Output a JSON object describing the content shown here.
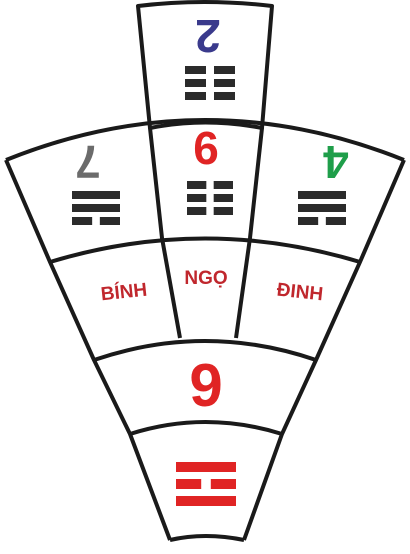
{
  "colors": {
    "outline": "#1a1a1a",
    "red": "#e02424",
    "dark_red": "#c0272d",
    "blue": "#3a3a8c",
    "gray": "#6b6b6b",
    "green": "#1f9e4a",
    "trigram": "#2b2b2b",
    "trigram_red": "#e02424"
  },
  "cells": {
    "top": {
      "number": "2",
      "number_color": "blue",
      "number_rotated": true,
      "trigram": "kun"
    },
    "upper_left": {
      "number": "7",
      "number_color": "gray",
      "number_rotated": true,
      "trigram": "dui"
    },
    "upper_mid": {
      "number": "6",
      "number_color": "red",
      "number_rotated": false,
      "trigram": "kun"
    },
    "upper_right": {
      "number": "4",
      "number_color": "green",
      "number_rotated": true,
      "trigram": "dui"
    },
    "label_left": {
      "text": "BÍNH"
    },
    "label_mid": {
      "text": "NGỌ"
    },
    "label_right": {
      "text": "ĐINH"
    },
    "middle_band": {
      "number": "9",
      "number_color": "red"
    },
    "bottom": {
      "trigram": "li",
      "trigram_color": "trigram_red"
    }
  },
  "trigram_icons": {
    "kun": "kun-trigram-icon",
    "dui": "dui-trigram-icon",
    "li": "li-trigram-icon"
  }
}
